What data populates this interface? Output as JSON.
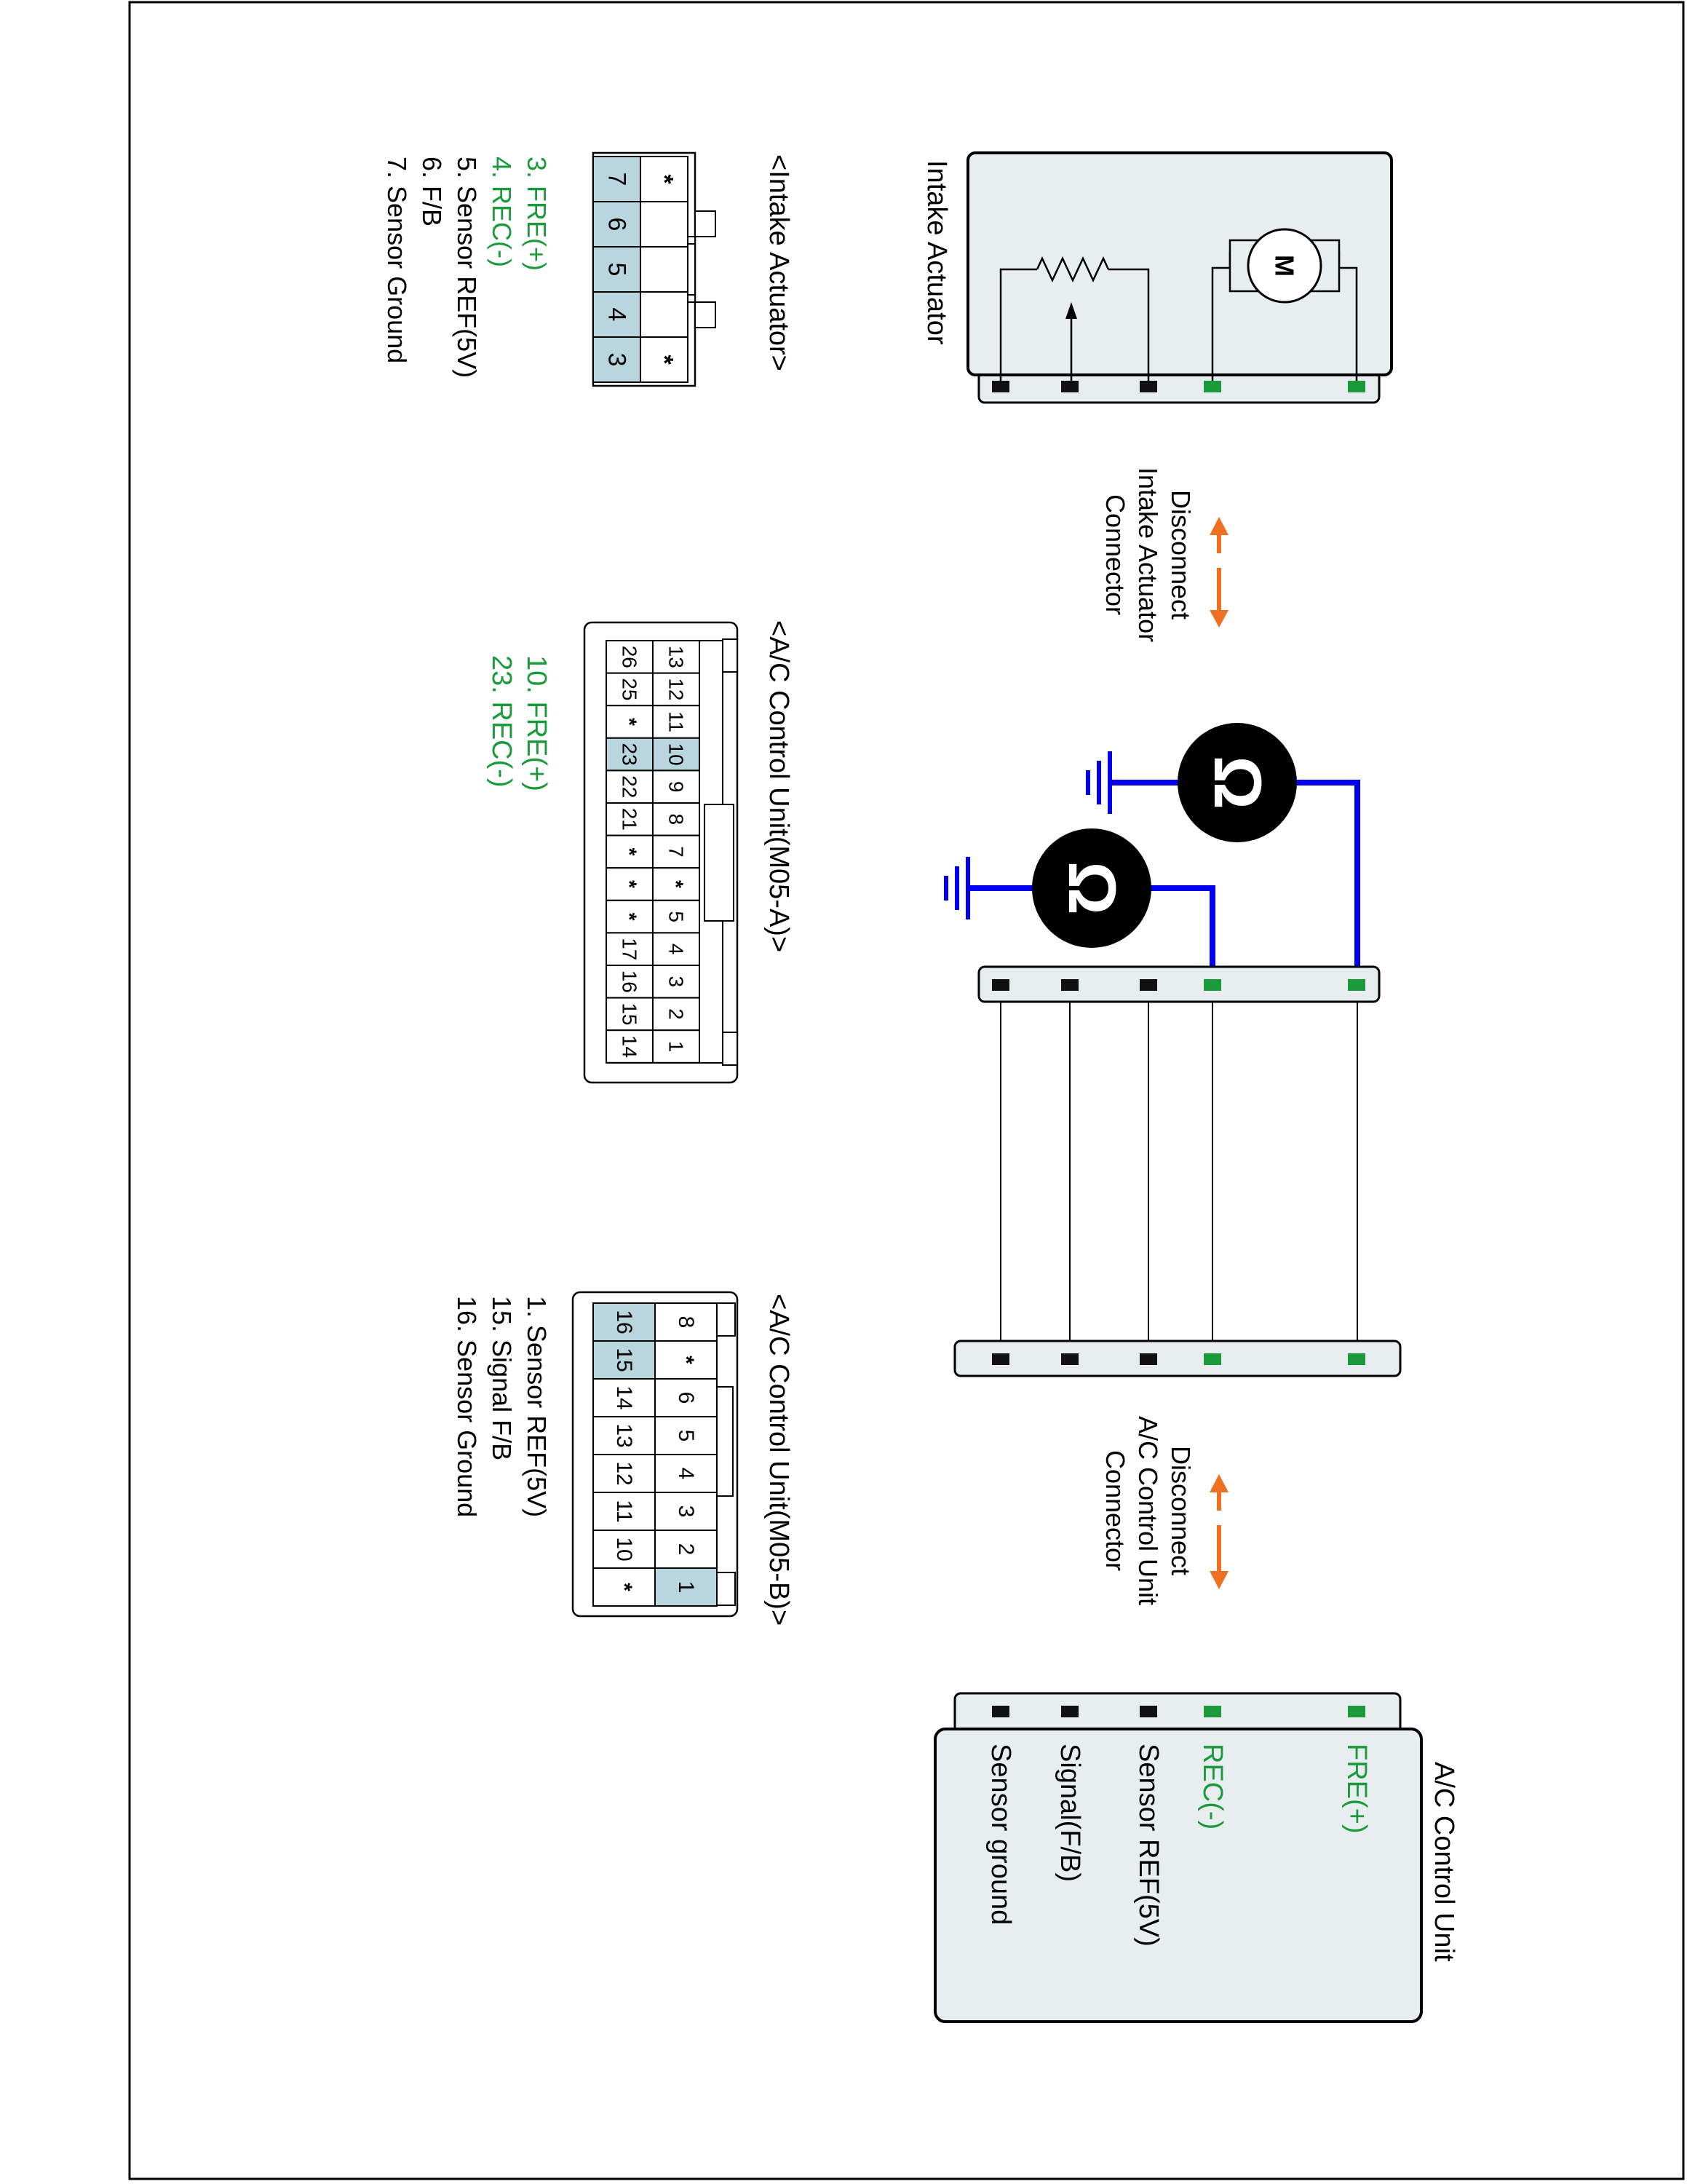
{
  "colors": {
    "wire": "#0000ee",
    "connector_fill": "#e8eef0",
    "pin_highlight": "#b9d6de",
    "green_pin": "#1a9a3a",
    "green_text": "#1a9a3a",
    "arrow": "#f07021"
  },
  "intake_actuator": {
    "title": "Intake Actuator",
    "motor_label": "M"
  },
  "disconnect_intake": {
    "line1": "Disconnect",
    "line2": "Intake Actuator",
    "line3": "Connector"
  },
  "disconnect_acu": {
    "line1": "Disconnect",
    "line2": "A/C Control Unit",
    "line3": "Connector"
  },
  "acu_box": {
    "title": "A/C Control Unit",
    "pins": [
      "FRE(+)",
      "REC(-)",
      "Sensor REF(5V)",
      "Signal(F/B)",
      "Sensor ground"
    ]
  },
  "ohm_symbol": "Ω",
  "intake_connector": {
    "title": "<Intake Actuator>",
    "top_row": [
      "*",
      "",
      "",
      "",
      "*"
    ],
    "bottom_row": [
      "7",
      "6",
      "5",
      "4",
      "3"
    ],
    "legend": [
      {
        "text": "3. FRE(+)",
        "highlight": true
      },
      {
        "text": "4. REC(-)",
        "highlight": true
      },
      {
        "text": "5. Sensor REF(5V)",
        "highlight": false
      },
      {
        "text": "6. F/B",
        "highlight": false
      },
      {
        "text": "7. Sensor Ground",
        "highlight": false
      }
    ]
  },
  "m05a_connector": {
    "title": "<A/C Control Unit(M05-A)>",
    "top_row": [
      "13",
      "12",
      "11",
      "10",
      "9",
      "8",
      "7",
      "*",
      "5",
      "4",
      "3",
      "2",
      "1"
    ],
    "bottom_row": [
      "26",
      "25",
      "*",
      "23",
      "22",
      "21",
      "*",
      "*",
      "*",
      "17",
      "16",
      "15",
      "14"
    ],
    "legend": [
      {
        "text": "10. FRE(+)",
        "highlight": true
      },
      {
        "text": "23. REC(-)",
        "highlight": true
      }
    ]
  },
  "m05b_connector": {
    "title": "<A/C Control Unit(M05-B)>",
    "top_row": [
      "8",
      "*",
      "6",
      "5",
      "4",
      "3",
      "2",
      "1"
    ],
    "bottom_row": [
      "16",
      "15",
      "14",
      "13",
      "12",
      "11",
      "10",
      "*"
    ],
    "legend": [
      {
        "text": "1. Sensor REF(5V)",
        "highlight": false
      },
      {
        "text": "15. Signal F/B",
        "highlight": false
      },
      {
        "text": "16. Sensor Ground",
        "highlight": false
      }
    ]
  }
}
